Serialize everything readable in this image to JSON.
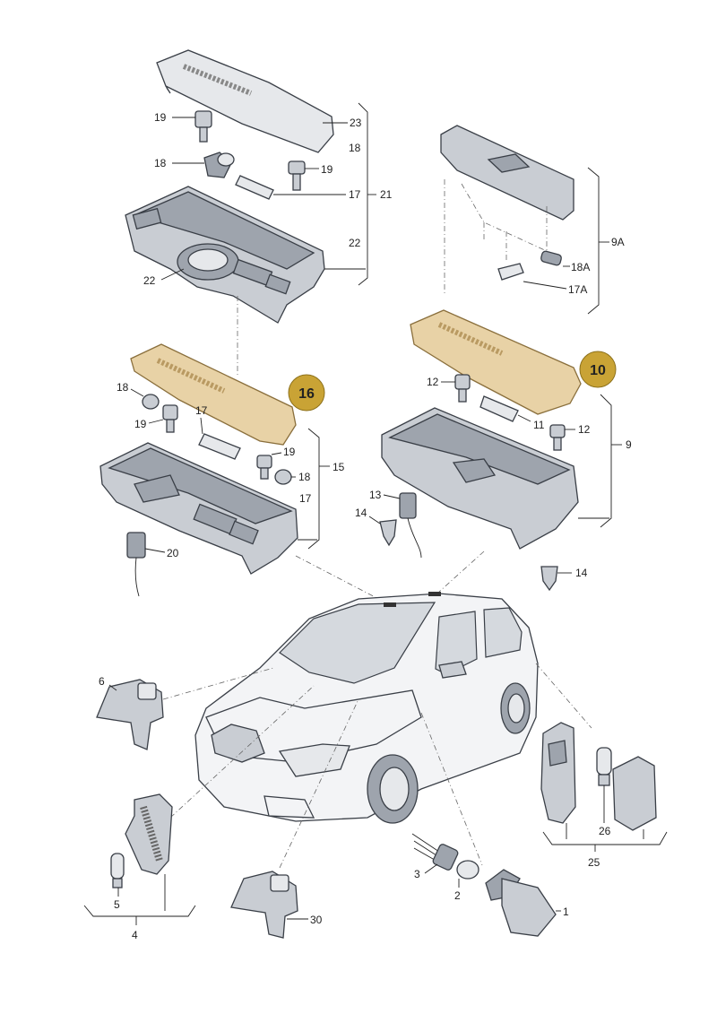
{
  "callouts": {
    "c23": "23",
    "c18a": "18",
    "c19a": "19",
    "c18b": "18",
    "c19b": "19",
    "c17a": "17",
    "c21": "21",
    "c22a": "22",
    "c22b": "22",
    "c9A": "9A",
    "c18A": "18A",
    "c17A": "17A",
    "c12a": "12",
    "c11": "11",
    "c12b": "12",
    "c9": "9",
    "c18c": "18",
    "c17b": "17",
    "c19c": "19",
    "c19d": "19",
    "c18d": "18",
    "c15": "15",
    "c17c": "17",
    "c20": "20",
    "c13": "13",
    "c14a": "14",
    "c14b": "14",
    "c6": "6",
    "c5": "5",
    "c4": "4",
    "c3": "3",
    "c2": "2",
    "c1": "1",
    "c30": "30",
    "c26": "26",
    "c25": "25"
  },
  "highlights": {
    "h16": "16",
    "h10": "10"
  },
  "colors": {
    "highlight_fill": "#e8d2a6",
    "badge_gold": "#c9a335",
    "part_grey": "#c9cdd3",
    "line": "#3a3f47"
  }
}
